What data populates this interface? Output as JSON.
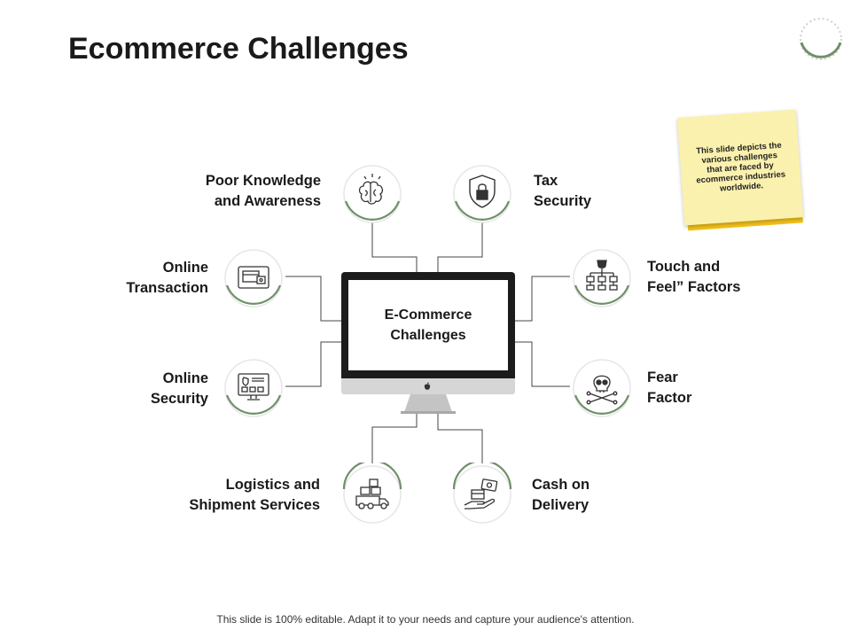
{
  "slide": {
    "title": "Ecommerce Challenges",
    "footer": "This slide is 100% editable. Adapt it to your needs and capture your audience's attention."
  },
  "note": {
    "text": "This slide depicts the various challenges that are faced by ecommerce industries worldwide."
  },
  "center": {
    "lines": [
      "E-Commerce",
      "Challenges"
    ]
  },
  "challenges": [
    {
      "id": "poor-knowledge",
      "lines": [
        "Poor Knowledge",
        "and Awareness"
      ],
      "icon": "brain-lightbulb-icon"
    },
    {
      "id": "tax-security",
      "lines": [
        "Tax",
        "Security"
      ],
      "icon": "shield-lock-icon"
    },
    {
      "id": "online-transaction",
      "lines": [
        "Online",
        "Transaction"
      ],
      "icon": "card-payment-icon"
    },
    {
      "id": "touch-and-feel",
      "lines": [
        "Touch and",
        "Feel” Factors"
      ],
      "icon": "hierarchy-icon"
    },
    {
      "id": "online-security",
      "lines": [
        "Online",
        "Security"
      ],
      "icon": "secure-monitor-icon"
    },
    {
      "id": "fear-factor",
      "lines": [
        "Fear",
        "Factor"
      ],
      "icon": "skull-crossbones-icon"
    },
    {
      "id": "logistics",
      "lines": [
        "Logistics and",
        "Shipment Services"
      ],
      "icon": "delivery-truck-icon"
    },
    {
      "id": "cash-on-delivery",
      "lines": [
        "Cash on",
        "Delivery"
      ],
      "icon": "cash-hand-icon"
    }
  ],
  "colors": {
    "accent": "#6f8f69",
    "monitor": "#1c1c1c",
    "note": "#fbf1ae",
    "note_shadow": "#f3c21a"
  }
}
